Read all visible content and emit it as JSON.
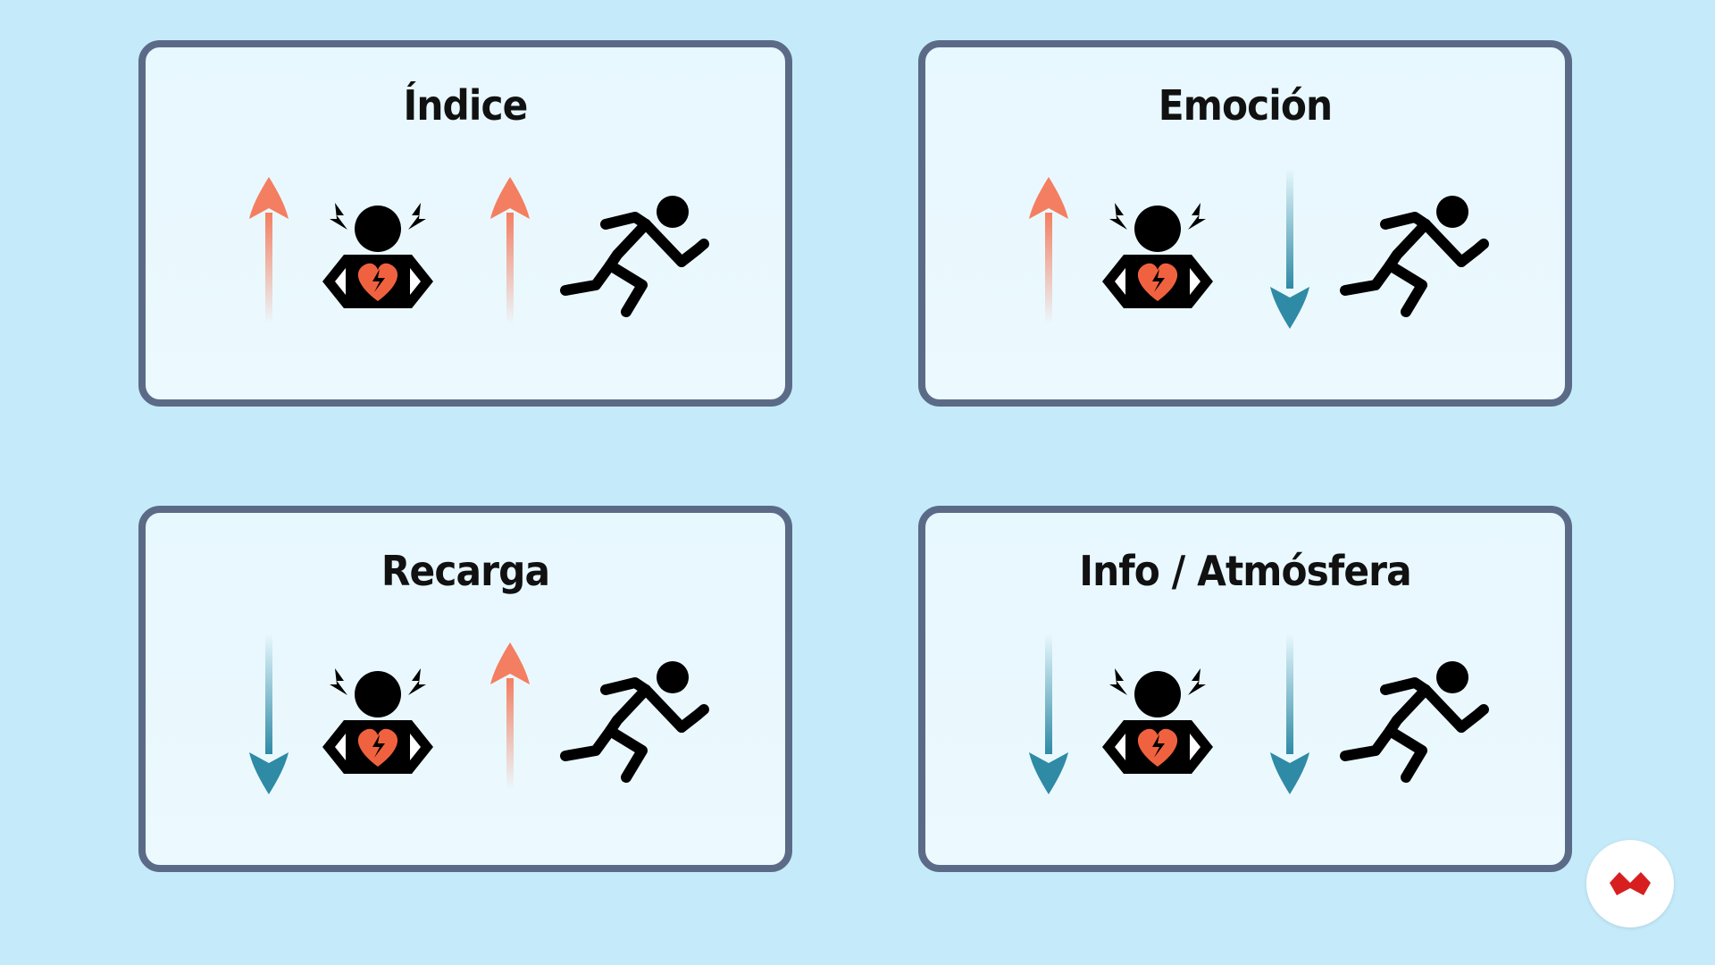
{
  "panels": [
    {
      "title": "Índice",
      "feeling": "up",
      "action": "up"
    },
    {
      "title": "Emoción",
      "feeling": "up",
      "action": "down"
    },
    {
      "title": "Recarga",
      "feeling": "down",
      "action": "up"
    },
    {
      "title": "Info / Atmósfera",
      "feeling": "down",
      "action": "down"
    }
  ],
  "icons": {
    "feeling": "stressed-person-broken-heart-icon",
    "action": "running-person-icon",
    "up": "arrow-up-icon",
    "down": "arrow-down-icon"
  },
  "colors": {
    "background": "#c5ebfa",
    "panel_border": "#5b6b87",
    "arrow_up": "#f47e61",
    "arrow_down": "#2f8aa6",
    "heart": "#f0623f",
    "logo": "#d81f1f"
  }
}
